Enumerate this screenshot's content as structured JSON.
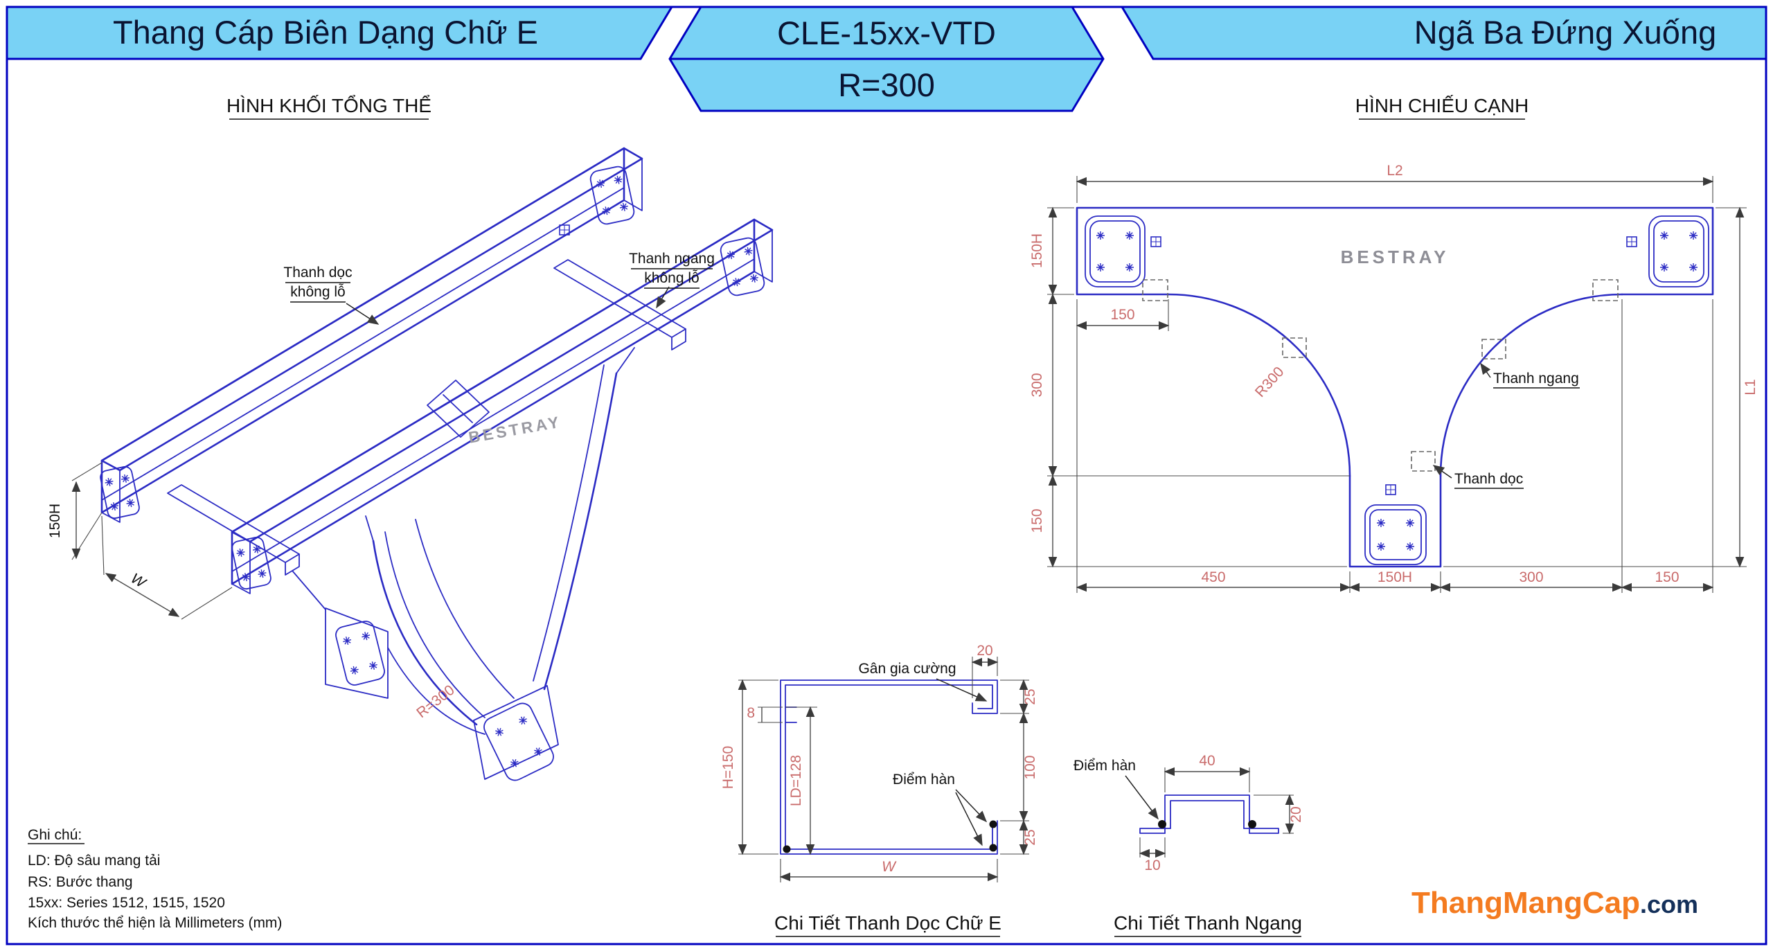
{
  "header": {
    "left_title": "Thang Cáp Biên Dạng Chữ E",
    "model_code": "CLE-15xx-VTD",
    "radius_code": "R=300",
    "right_title": "Ngã Ba Đứng Xuống"
  },
  "iso_view": {
    "title": "HÌNH KHỐI TỔNG THỂ",
    "label_rail_line1": "Thanh dọc",
    "label_rail_line2": "không lỗ",
    "label_rung_line1": "Thanh ngang",
    "label_rung_line2": "không lỗ",
    "dim_height": "150H",
    "dim_width": "W",
    "dim_radius": "R=300",
    "brand": "BESTRAY"
  },
  "side_view": {
    "title": "HÌNH CHIẾU CẠNH",
    "brand": "BESTRAY",
    "label_rung": "Thanh ngang",
    "label_rail": "Thanh dọc",
    "dim_l2": "L2",
    "dim_l1": "L1",
    "dim_150h_left": "150H",
    "dim_150_top": "150",
    "dim_300_left": "300",
    "dim_150_left": "150",
    "dim_radius": "R300",
    "dim_450": "450",
    "dim_150h_bottom": "150H",
    "dim_300_bottom": "300",
    "dim_150_bottom": "150"
  },
  "detail_rail": {
    "title": "Chi Tiết Thanh Dọc Chữ E",
    "label_rib": "Gân gia cường",
    "label_weld": "Điểm hàn",
    "dim_20": "20",
    "dim_25_top": "25",
    "dim_100": "100",
    "dim_25_bottom": "25",
    "dim_w": "W",
    "dim_h": "H=150",
    "dim_ld": "LD=128",
    "dim_8": "8"
  },
  "detail_rung": {
    "title": "Chi Tiết Thanh Ngang",
    "label_weld": "Điểm hàn",
    "dim_40": "40",
    "dim_20": "20",
    "dim_10": "10"
  },
  "notes": {
    "heading": "Ghi chú:",
    "lines": [
      "LD: Độ sâu mang tải",
      "RS: Bước thang",
      "15xx: Series 1512, 1515, 1520",
      "Kích thước thể hiện là Millimeters (mm)"
    ]
  },
  "footer": {
    "brand": "ThangMangCap",
    "suffix": ".com"
  },
  "colors": {
    "header_bg": "#79D2F5",
    "border": "#0000C0",
    "line": "#2B2BC4",
    "dim_text": "#C96B6B",
    "brand_orange": "#F47B20",
    "brand_navy": "#14305A"
  }
}
